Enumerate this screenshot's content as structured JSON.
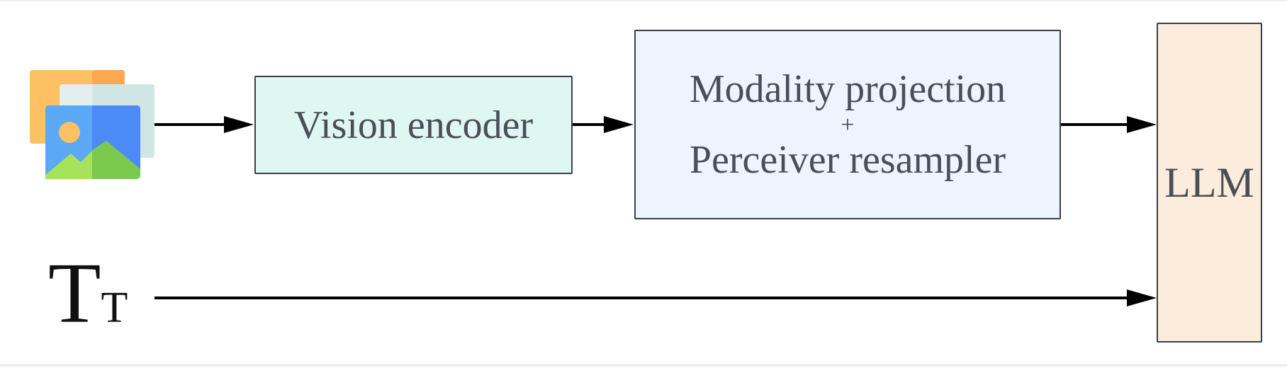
{
  "diagram": {
    "nodes": {
      "image_input": {
        "icon": "image-stack-icon"
      },
      "vision_encoder": {
        "label": "Vision encoder"
      },
      "modality_projection": {
        "line1": "Modality projection",
        "line2": "+",
        "line3": "Perceiver resampler"
      },
      "llm": {
        "label": "LLM"
      },
      "text_input": {
        "big": "T",
        "small": "T"
      }
    },
    "edges": [
      {
        "from": "image_input",
        "to": "vision_encoder"
      },
      {
        "from": "vision_encoder",
        "to": "modality_projection"
      },
      {
        "from": "modality_projection",
        "to": "llm"
      },
      {
        "from": "text_input",
        "to": "llm"
      }
    ],
    "colors": {
      "vision_encoder_fill": "#dff7f3",
      "projection_fill": "#edf4fe",
      "llm_fill": "#fcecdb",
      "box_border": "#3a3f47",
      "arrow": "#000000"
    }
  }
}
